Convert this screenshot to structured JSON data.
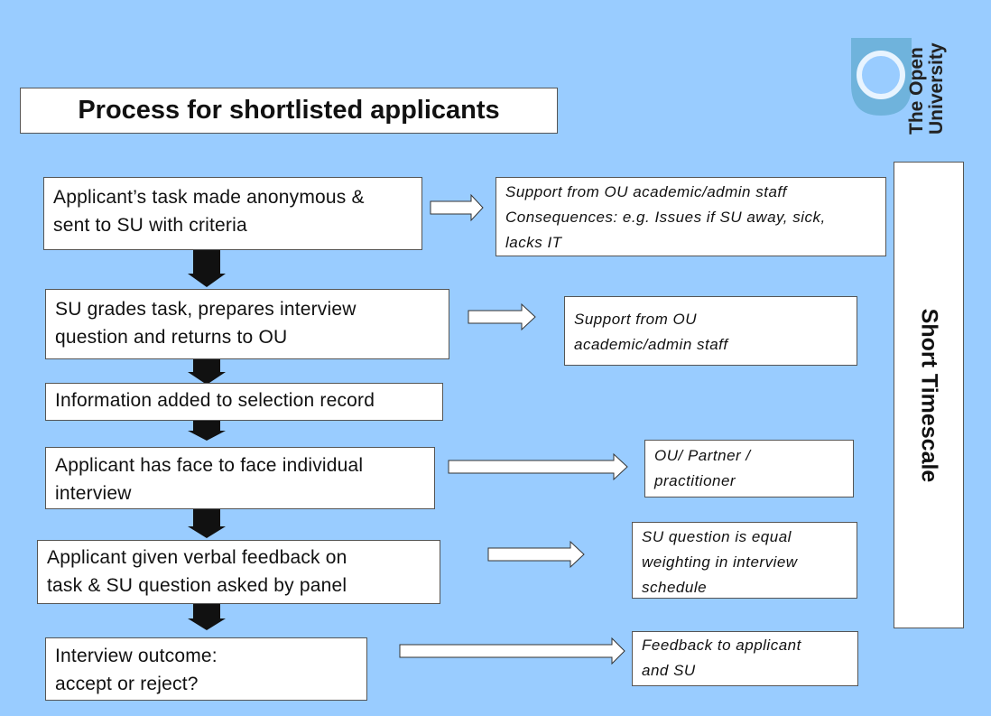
{
  "title": "Process for shortlisted applicants",
  "logo": {
    "line1": "The Open",
    "line2": "University"
  },
  "timescale_label": "Short Timescale",
  "steps": [
    {
      "line1": "Applicant’s task made anonymous &",
      "line2": "sent to SU with criteria"
    },
    {
      "line1": "SU grades task, prepares interview",
      "line2": "question and returns to OU"
    },
    {
      "line1": "Information added to selection record"
    },
    {
      "line1": "Applicant has face to face individual",
      "line2": "interview"
    },
    {
      "line1": "Applicant given verbal feedback on",
      "line2": "task & SU question asked by panel"
    },
    {
      "line1": "Interview outcome:",
      "line2": "accept or reject?"
    }
  ],
  "notes": [
    {
      "line1": "Support from OU academic/admin staff",
      "line2": "Consequences: e.g. Issues if SU away, sick,",
      "line3": "lacks IT"
    },
    {
      "line1": "Support from OU",
      "line2": "academic/admin staff"
    },
    {
      "line1": "OU/ Partner /",
      "line2": "practitioner"
    },
    {
      "line1": "SU question is equal",
      "line2": "weighting in interview",
      "line3": "schedule"
    },
    {
      "line1": "Feedback to applicant",
      "line2": "and SU"
    }
  ],
  "colors": {
    "background": "#99ccff",
    "box": "#ffffff",
    "arrow": "#111111",
    "logo": "#6fb3dc"
  }
}
